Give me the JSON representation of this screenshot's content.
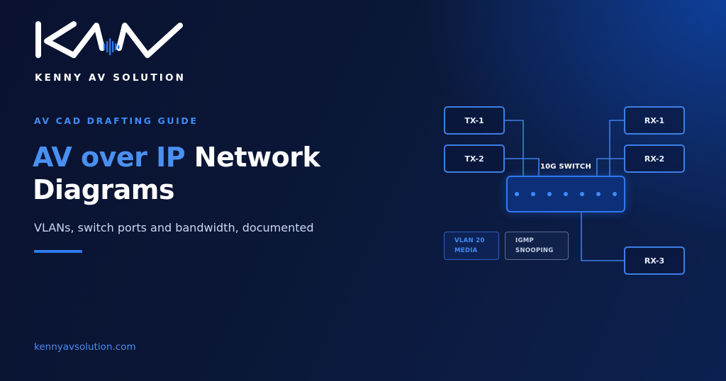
{
  "brand": {
    "logo_icon": "kav-wave-logo-icon",
    "name": "KENNY AV SOLUTION"
  },
  "kicker": "AV CAD DRAFTING GUIDE",
  "title": {
    "accent": "AV over IP",
    "rest_line1": " Network",
    "line2": "Diagrams"
  },
  "subtitle": "VLANs, switch ports and bandwidth, documented",
  "site": "kennyavsolution.com",
  "diagram": {
    "switch_label": "10G SWITCH",
    "nodes": {
      "tx1": "TX-1",
      "tx2": "TX-2",
      "rx1": "RX-1",
      "rx2": "RX-2",
      "rx3": "RX-3"
    },
    "tags": {
      "vlan": [
        "VLAN 20",
        "MEDIA"
      ],
      "igmp": [
        "IGMP",
        "SNOOPING"
      ]
    }
  },
  "colors": {
    "accent": "#4a90f2",
    "line": "#3c7fe6",
    "background": "#0b1737"
  }
}
